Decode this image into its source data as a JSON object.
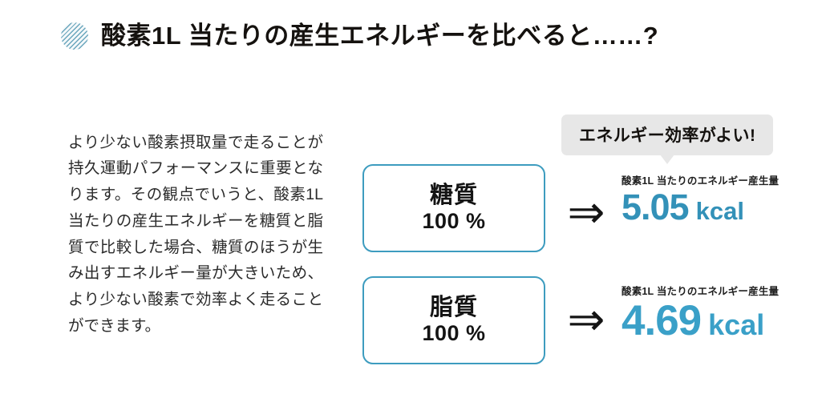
{
  "header": {
    "icon": "hatched-circle-icon",
    "title": "酸素1L 当たりの産生エネルギーを比べると……?"
  },
  "body": {
    "paragraph": "より少ない酸素摂取量で走ることが持久運動パフォーマンスに重要となります。その観点でいうと、酸素1L当たりの産生エネルギーを糖質と脂質で比較した場合、糖質のほうが生み出すエネルギー量が大きいため、より少ない酸素で効率よく走ることができます。"
  },
  "callout": {
    "text": "エネルギー効率がよい!"
  },
  "comparison": {
    "arrow_glyph": "⇒",
    "rows": [
      {
        "box_label": "糖質",
        "box_value": "100 %",
        "caption": "酸素1L 当たりのエネルギー産生量",
        "number": "5.05",
        "unit": "kcal"
      },
      {
        "box_label": "脂質",
        "box_value": "100 %",
        "caption": "酸素1L 当たりのエネルギー産生量",
        "number": "4.69",
        "unit": "kcal"
      }
    ]
  },
  "colors": {
    "accent_border": "#3d9cbf",
    "value_blue_1": "#3391b8",
    "value_blue_2": "#3aa0c8",
    "bubble_bg": "#e7e7e7",
    "background": "#ffffff"
  },
  "chart_data": {
    "type": "bar",
    "title": "酸素1L 当たりの産生エネルギーを比べると……?",
    "categories": [
      "糖質 100 %",
      "脂質 100 %"
    ],
    "values": [
      5.05,
      4.69
    ],
    "unit": "kcal",
    "ylabel": "酸素1L 当たりのエネルギー産生量",
    "xlabel": "",
    "annotation": "エネルギー効率がよい!",
    "legend": []
  }
}
